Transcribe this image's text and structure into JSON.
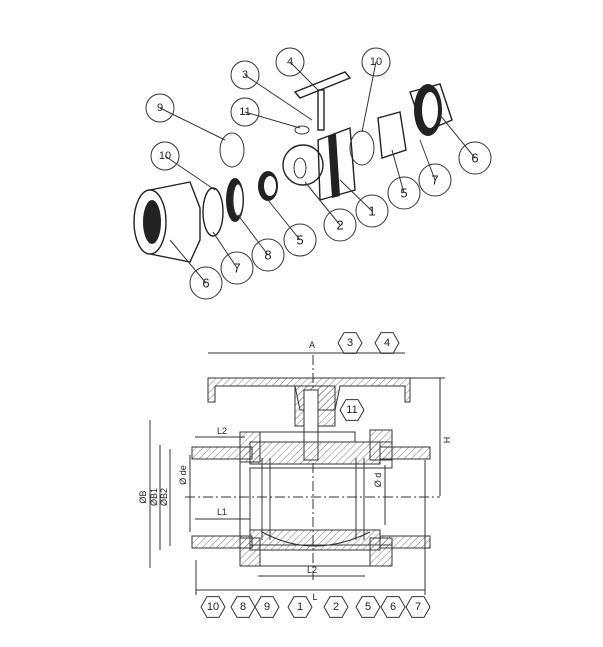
{
  "exploded_view": {
    "callouts": [
      "4",
      "10",
      "3",
      "11",
      "9",
      "10",
      "1",
      "5",
      "7",
      "6",
      "2",
      "5",
      "8",
      "7",
      "6"
    ]
  },
  "section_view": {
    "callouts_top": [
      "3",
      "4",
      "11"
    ],
    "callouts_bottom": [
      "10",
      "8",
      "9",
      "1",
      "2",
      "5",
      "6",
      "7"
    ],
    "dimensions": {
      "A": "A",
      "H": "H",
      "L": "L",
      "L1": "L1",
      "L2_top": "L2",
      "L2_bottom": "L2",
      "B": "ØB",
      "B1": "ØB1",
      "B2": "ØB2",
      "de": "Ø de",
      "d": "Ø d"
    }
  }
}
